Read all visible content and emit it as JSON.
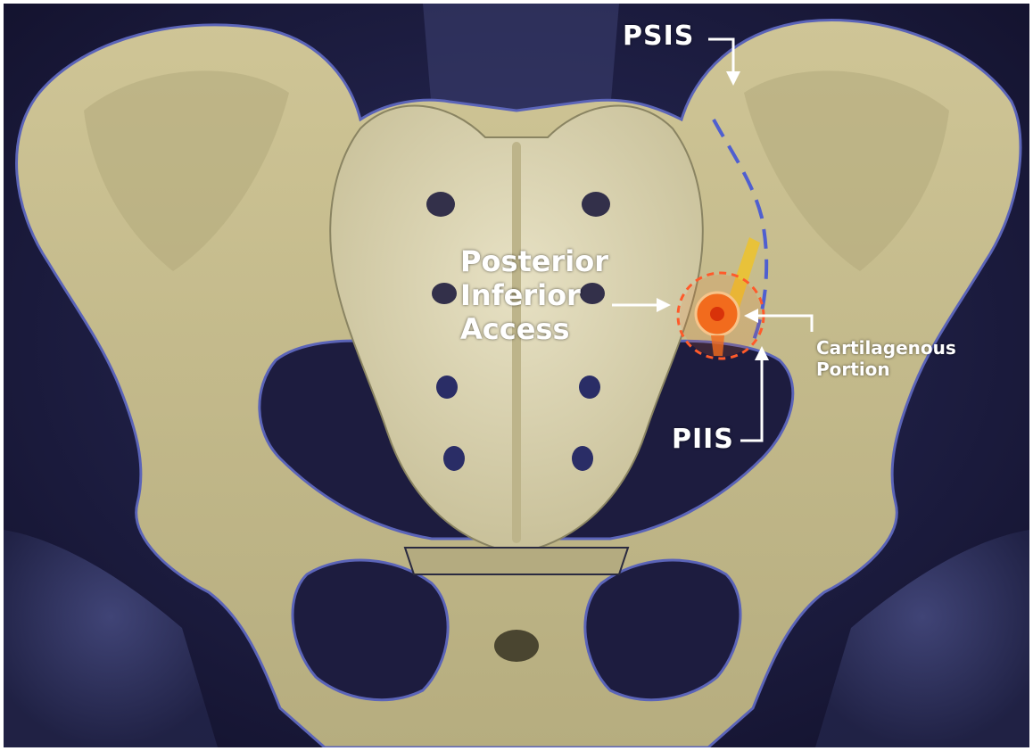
{
  "labels": {
    "psis": "PSIS",
    "posterior_inferior_access": [
      "Posterior",
      "Inferior",
      "Access"
    ],
    "cartilagenous_portion": [
      "Cartilagenous",
      "Portion"
    ],
    "piis": "PIIS"
  },
  "colors": {
    "background": "#1b1a3c",
    "bone": "#c9c08f",
    "bone_shadow": "#8f8762",
    "bone_outline": "#5b64b8",
    "joint_line": "#4f5fd0",
    "highlight_orange": "#f26b1d",
    "highlight_ring": "#ff5a2a",
    "implant_yellow": "#e8c23a"
  }
}
